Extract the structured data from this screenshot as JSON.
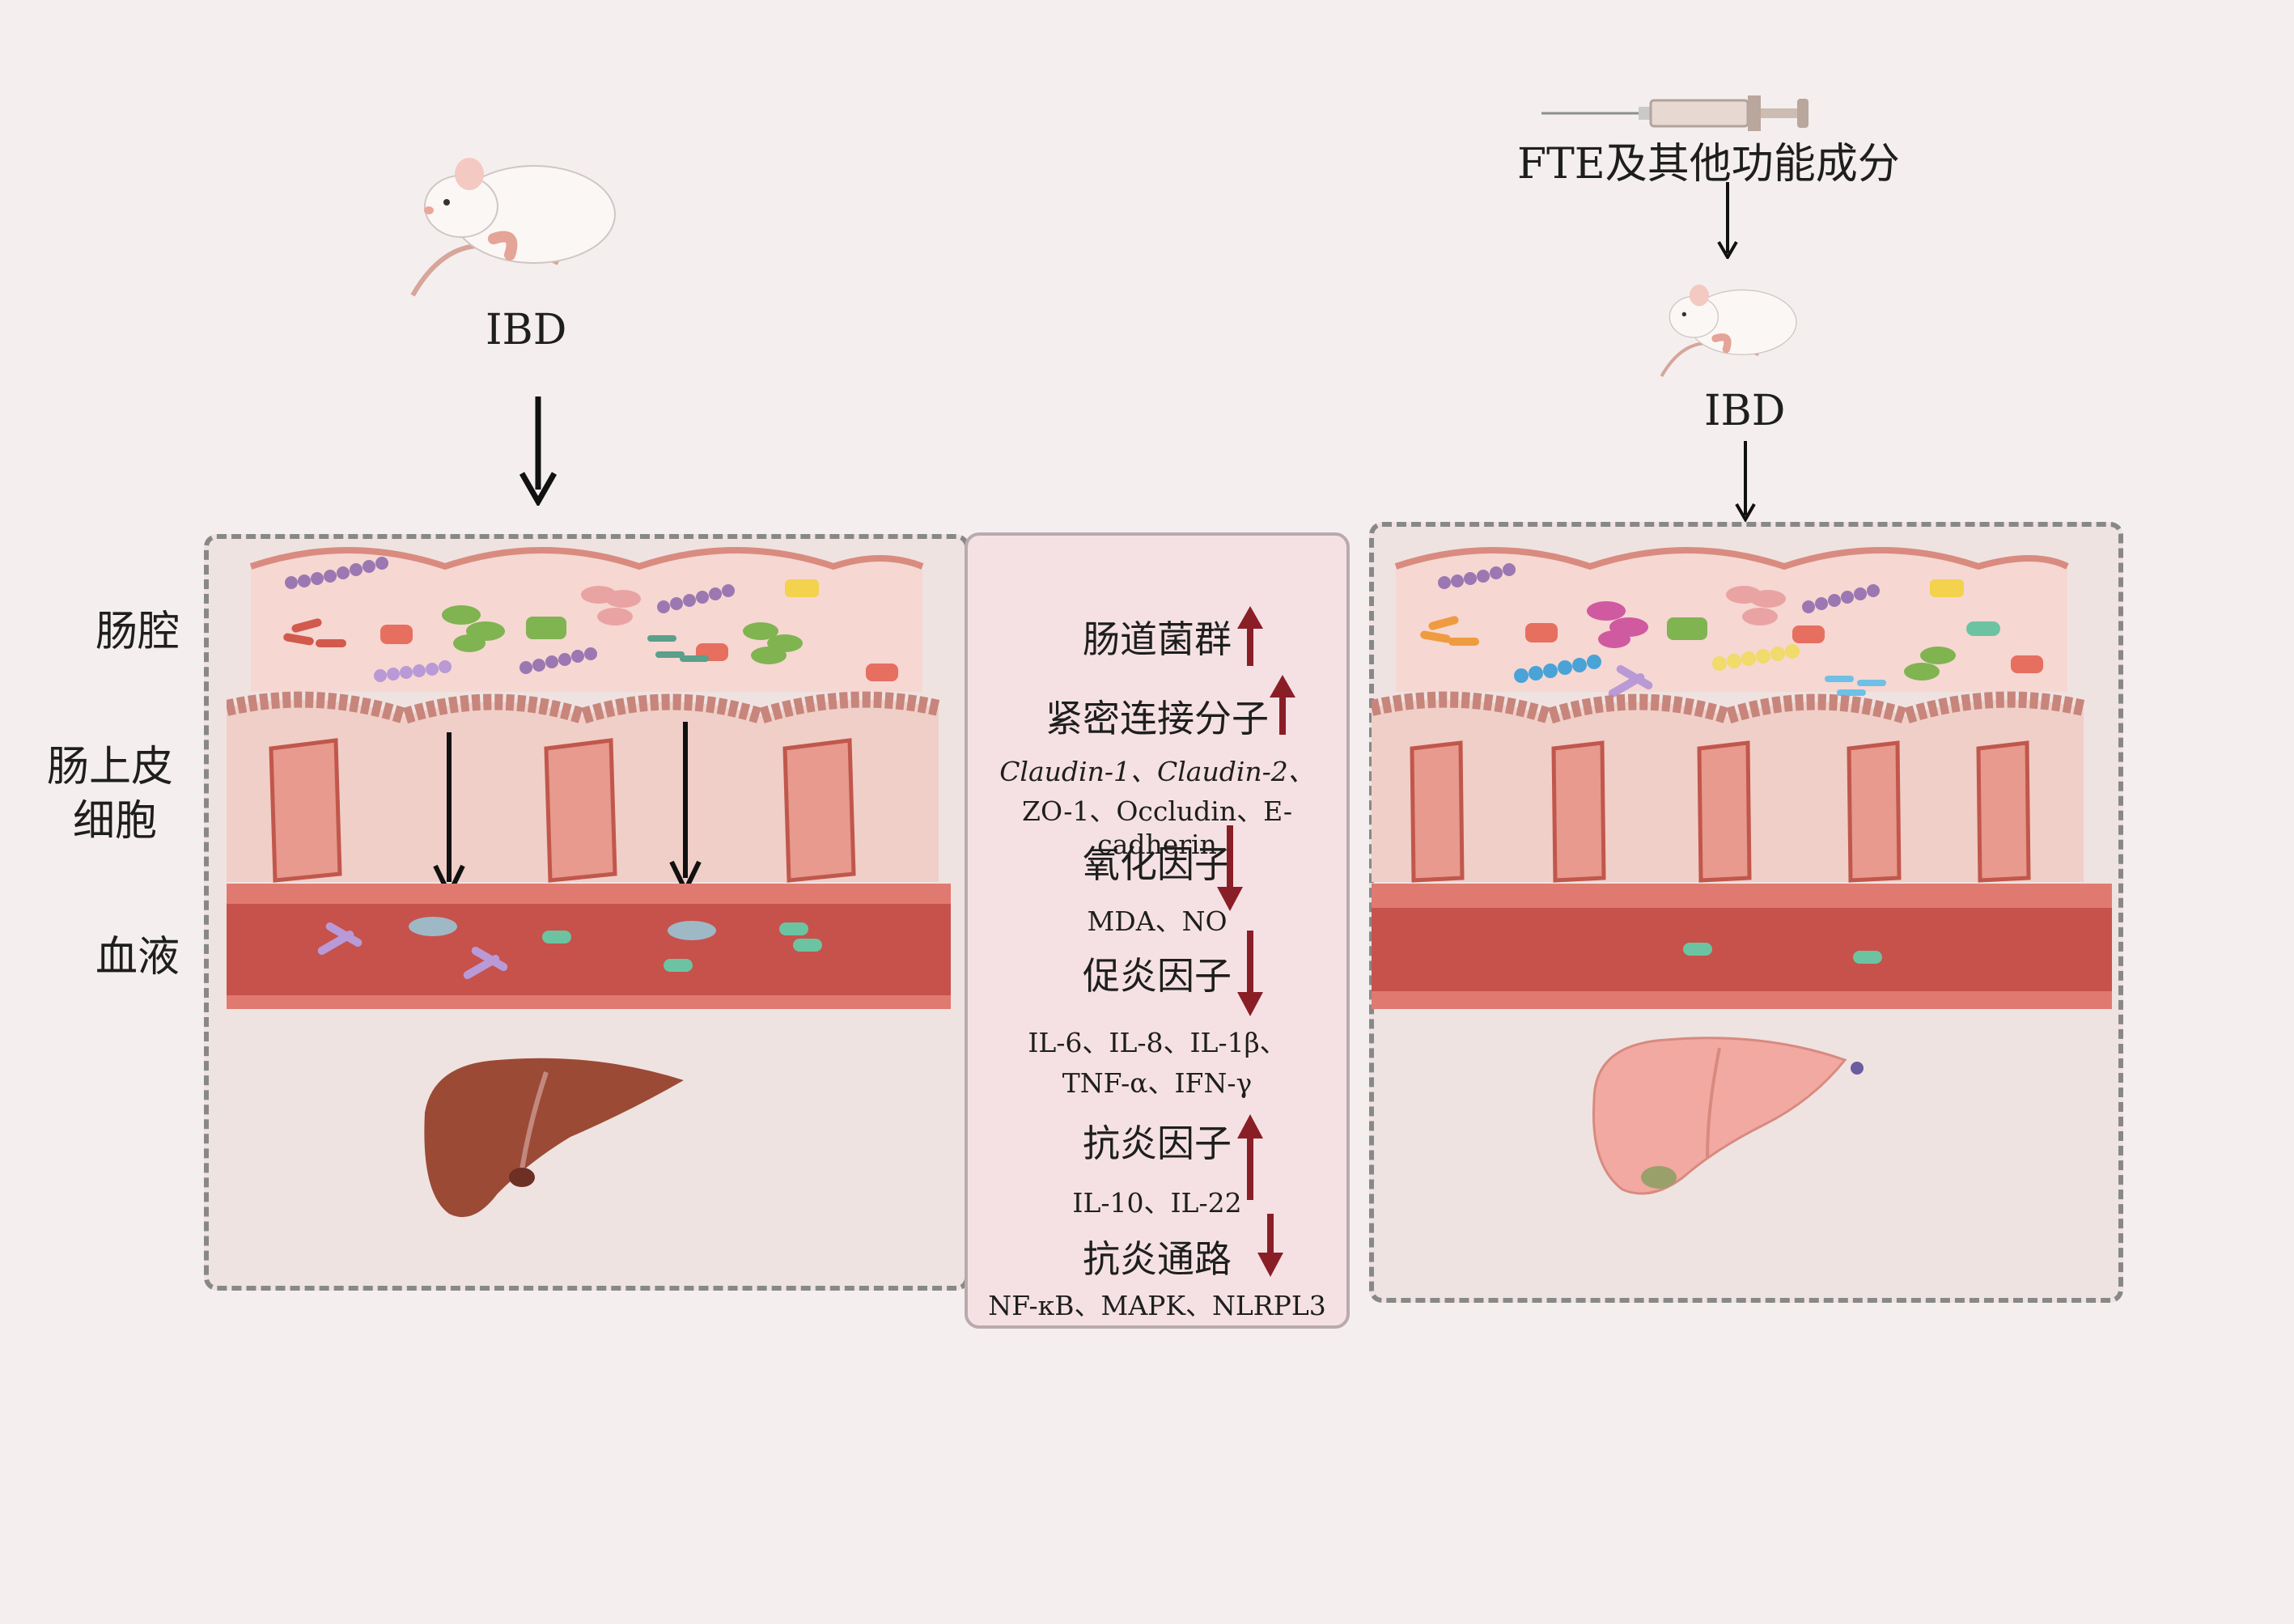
{
  "left": {
    "title": "IBD",
    "labels": {
      "lumen": "肠腔",
      "epithelium_line1": "肠上皮",
      "epithelium_line2": "细胞",
      "blood": "血液"
    }
  },
  "right": {
    "treatment": "FTE及其他功能成分",
    "title": "IBD"
  },
  "middle": {
    "items": [
      {
        "heading": "肠道菌群",
        "direction": "up",
        "details": []
      },
      {
        "heading": "紧密连接分子",
        "direction": "up",
        "details": [
          "Claudin-1、Claudin-2、",
          "ZO-1、Occludin、E-cadherin"
        ]
      },
      {
        "heading": "氧化因子",
        "direction": "down",
        "details": [
          "MDA、NO"
        ]
      },
      {
        "heading": "促炎因子",
        "direction": "down",
        "details": [
          "IL-6、IL-8、IL-1β、",
          "TNF-α、IFN-γ"
        ]
      },
      {
        "heading": "抗炎因子",
        "direction": "up",
        "details": [
          "IL-10、IL-22"
        ]
      },
      {
        "heading": "抗炎通路",
        "direction": "down",
        "details": [
          "NF-κB、MAPK、NLRPL3"
        ]
      }
    ]
  },
  "colors": {
    "arrow_dark_red": "#8a1e26",
    "blood": "#c6524b",
    "panel_fill": "#efe3e1",
    "middle_fill": "#f5e1e4"
  }
}
